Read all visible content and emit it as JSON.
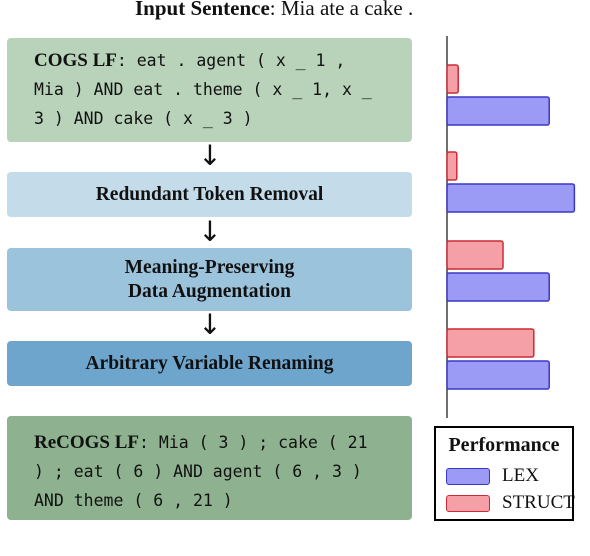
{
  "header": {
    "label": "Input Sentence",
    "sentence": ": Mia ate a cake ."
  },
  "cogs": {
    "label": "COGS LF",
    "lines": [
      ": eat . agent ( x _ 1 ,",
      "Mia ) AND eat . theme ( x _ 1, x _",
      "3 ) AND cake ( x _ 3 )"
    ]
  },
  "steps": [
    {
      "label_lines": [
        "Redundant Token Removal"
      ]
    },
    {
      "label_lines": [
        "Meaning-Preserving",
        "Data Augmentation"
      ]
    },
    {
      "label_lines": [
        "Arbitrary Variable Renaming"
      ]
    }
  ],
  "arrow_glyph": "↓",
  "recogs": {
    "label": "ReCOGS LF",
    "lines": [
      ": Mia ( 3 ) ; cake ( 21",
      ") ; eat ( 6 ) AND agent ( 6 , 3 )",
      "AND theme ( 6 , 21 )"
    ]
  },
  "legend": {
    "title": "Performance",
    "items": [
      {
        "label": "LEX",
        "color": "#9b9bf5",
        "stroke": "#3a37c8"
      },
      {
        "label": "STRUCT",
        "color": "#f5a0a6",
        "stroke": "#cc2a36"
      }
    ]
  },
  "chart_data": {
    "type": "bar",
    "orientation": "horizontal",
    "categories": [
      "COGS LF",
      "Redundant Token Removal",
      "Meaning-Preserving Data Augmentation",
      "Arbitrary Variable Renaming"
    ],
    "series": [
      {
        "name": "STRUCT",
        "values": [
          0.08,
          0.07,
          0.4,
          0.62
        ]
      },
      {
        "name": "LEX",
        "values": [
          0.73,
          0.91,
          0.73,
          0.73
        ]
      }
    ],
    "xlim": [
      0,
      1
    ],
    "grid": false,
    "legend_position": "bottom"
  }
}
